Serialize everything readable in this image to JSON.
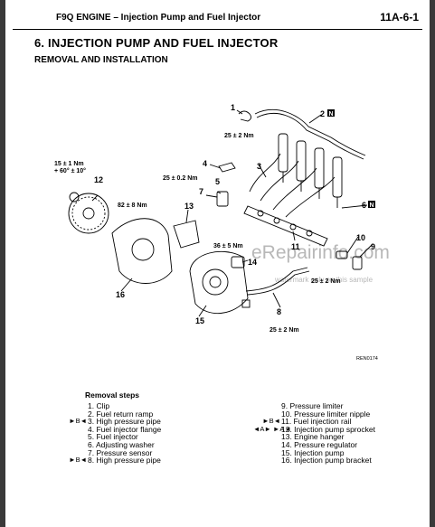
{
  "header": {
    "title": "F9Q ENGINE – Injection Pump and Fuel Injector",
    "page": "11A-6-1"
  },
  "section": {
    "title": "6. INJECTION PUMP AND FUEL INJECTOR",
    "subtitle": "REMOVAL AND INSTALLATION"
  },
  "figure": {
    "callouts": {
      "c1": "1",
      "c2": "2",
      "c3": "3",
      "c4": "4",
      "c5": "5",
      "c6": "6",
      "c7": "7",
      "c8": "8",
      "c9": "9",
      "c10": "10",
      "c11": "11",
      "c12": "12",
      "c13": "13",
      "c14": "14",
      "c15": "15",
      "c16": "16"
    },
    "new_badge": "N",
    "torques": {
      "t1a": "15 ± 1 Nm",
      "t1b": "+ 60° ± 10°",
      "t2": "25 ± 2 Nm",
      "t3": "25 ± 0.2 Nm",
      "t4": "82 ± 8 Nm",
      "t5": "36 ± 5 Nm",
      "t6": "25 ± 2 Nm",
      "t7": "25 ± 2 Nm"
    },
    "ref_code": "REN0174",
    "watermark": "eRepairinfo.com",
    "watermark_sub": "watermark only on this sample"
  },
  "removal": {
    "heading": "Removal steps",
    "left": [
      {
        "mark": "",
        "text": "1. Clip"
      },
      {
        "mark": "",
        "text": "2. Fuel return ramp"
      },
      {
        "mark": "►B◄",
        "text": "3. High pressure pipe"
      },
      {
        "mark": "",
        "text": "4. Fuel injector flange"
      },
      {
        "mark": "",
        "text": "5. Fuel injector"
      },
      {
        "mark": "",
        "text": "6. Adjusting washer"
      },
      {
        "mark": "",
        "text": "7. Pressure sensor"
      },
      {
        "mark": "►B◄",
        "text": "8. High pressure pipe"
      }
    ],
    "right": [
      {
        "mark": "",
        "text": "9. Pressure limiter"
      },
      {
        "mark": "",
        "text": "10. Pressure limiter nipple"
      },
      {
        "mark": "►B◄",
        "text": "11. Fuel injection rail"
      },
      {
        "mark": "◄A► ►A◄",
        "text": "12. Injection pump sprocket"
      },
      {
        "mark": "",
        "text": "13. Engine hanger"
      },
      {
        "mark": "",
        "text": "14. Pressure regulator"
      },
      {
        "mark": "",
        "text": "15. Injection pump"
      },
      {
        "mark": "",
        "text": "16. Injection pump bracket"
      }
    ]
  }
}
